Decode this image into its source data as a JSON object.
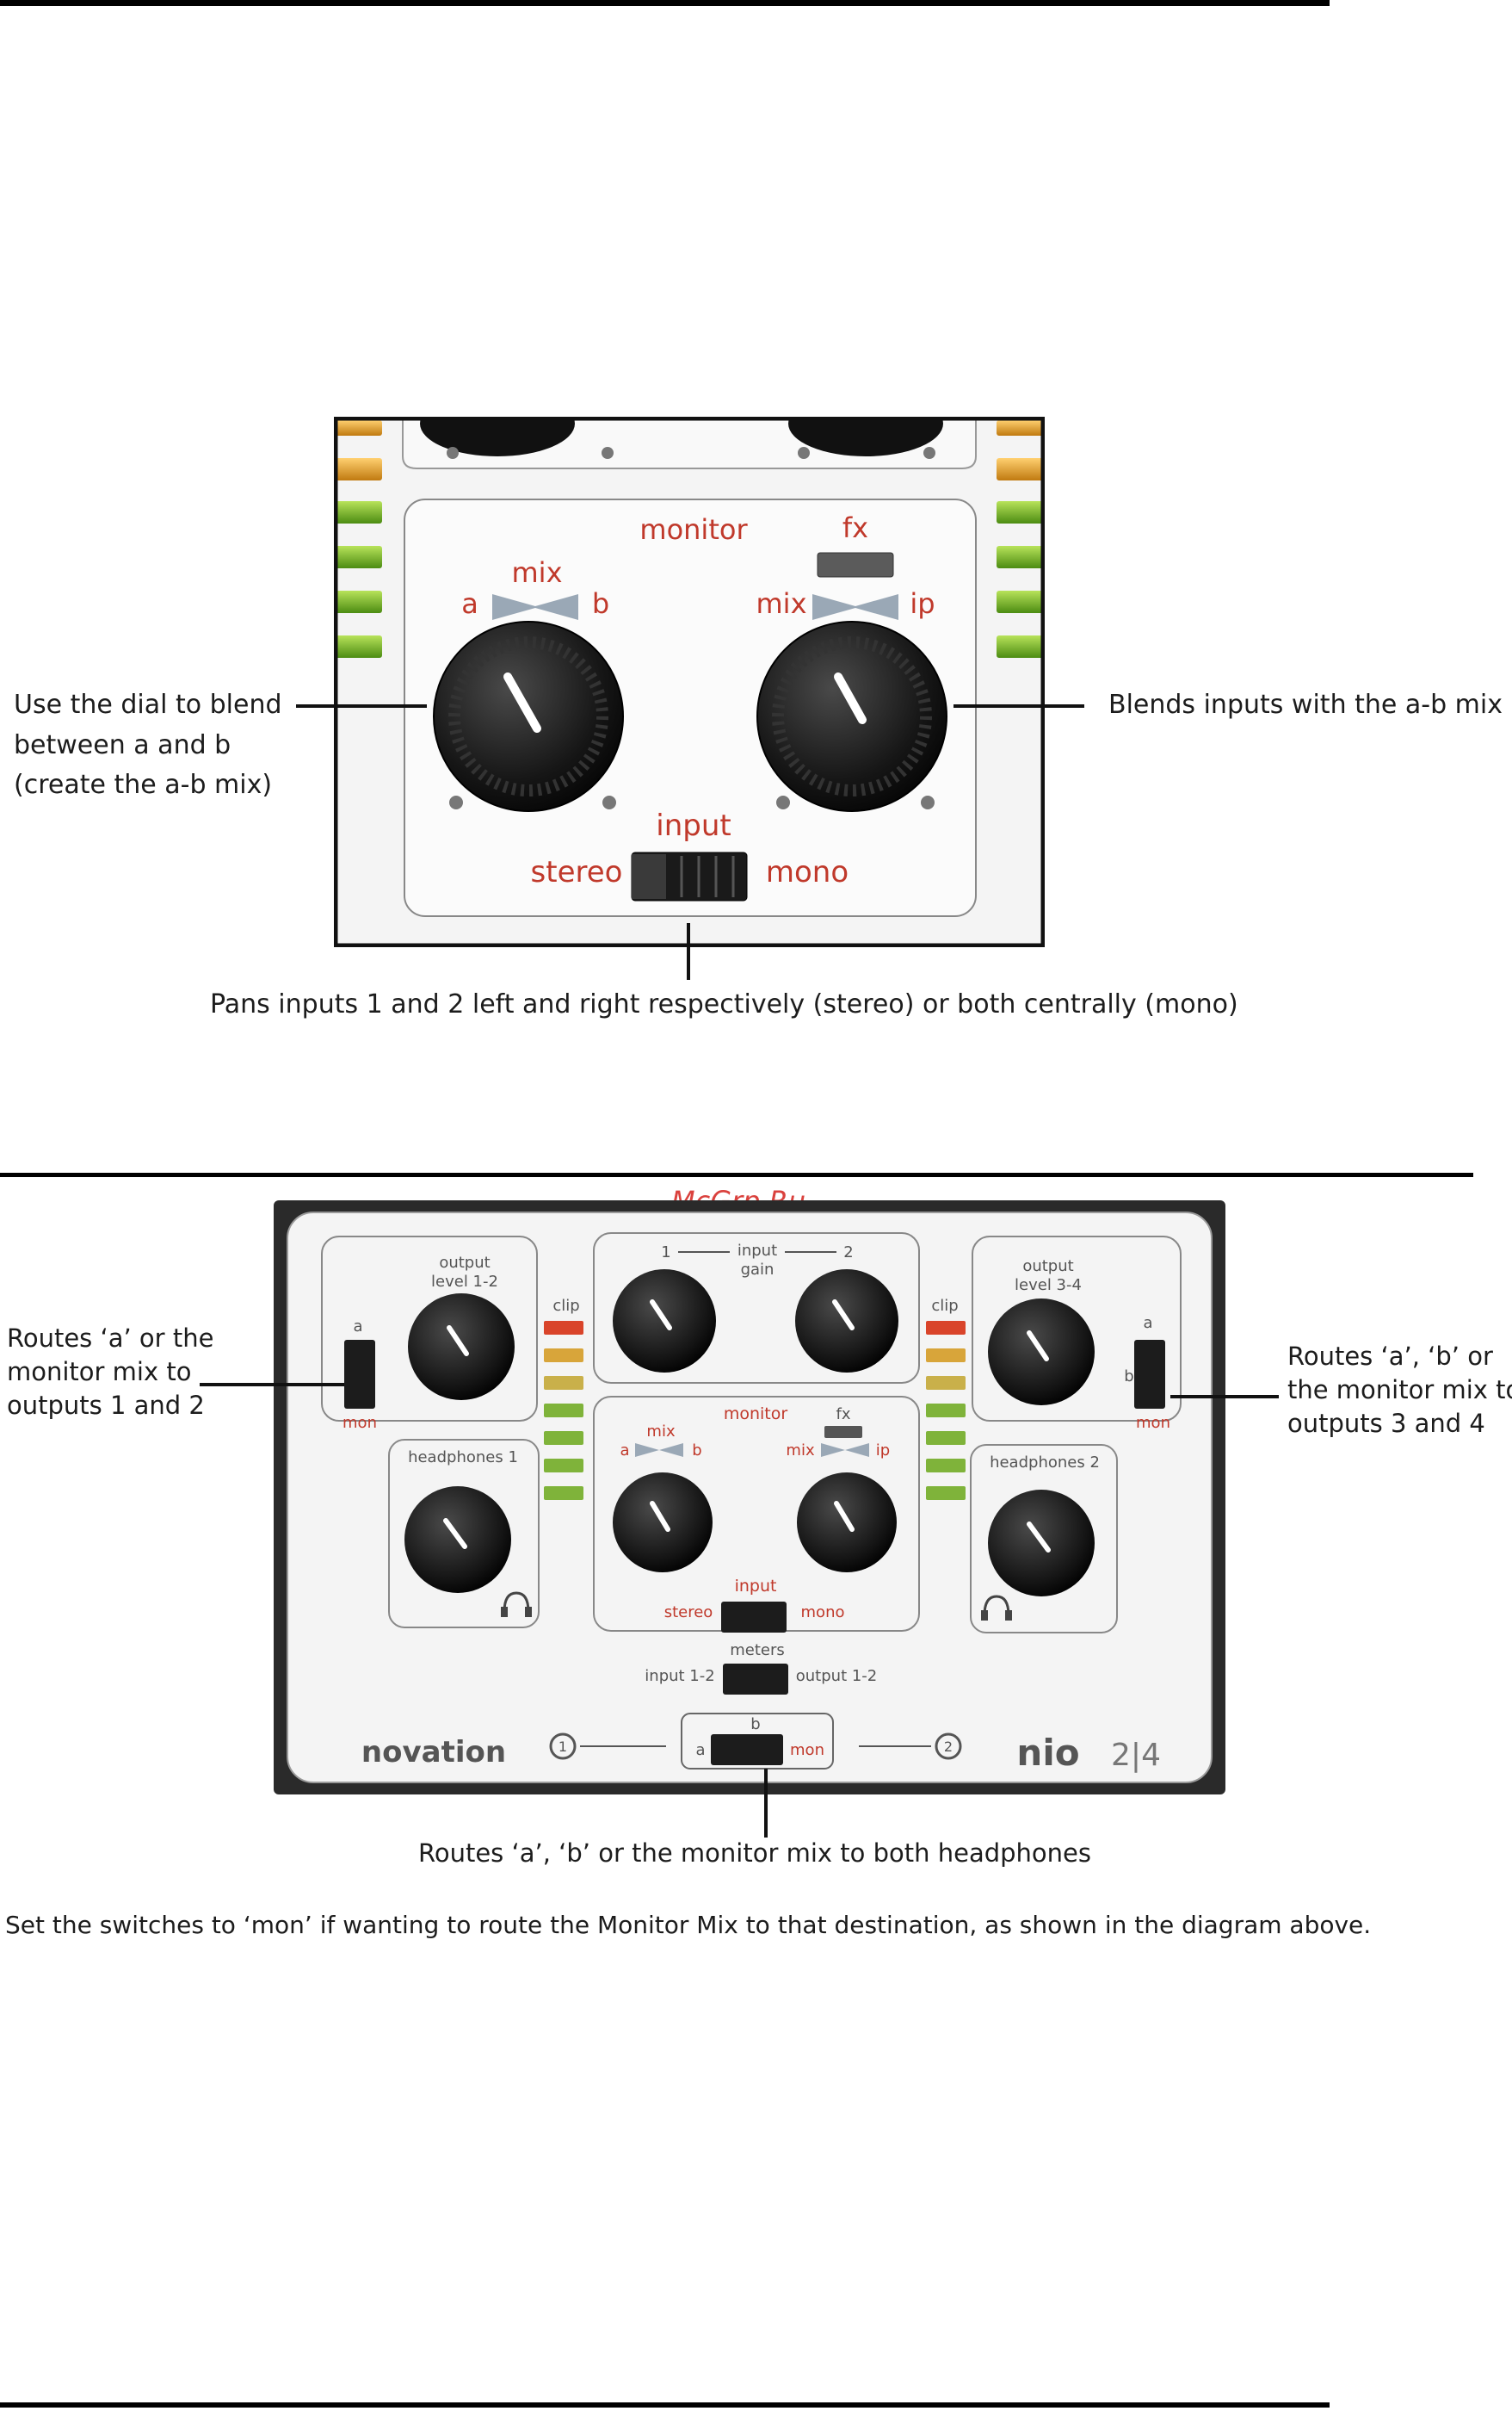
{
  "figure1": {
    "labels": {
      "monitor": "monitor",
      "fx": "fx",
      "mix": "mix",
      "a": "a",
      "b": "b",
      "mix_right": "mix",
      "ip": "ip",
      "input": "input",
      "stereo": "stereo",
      "mono": "mono"
    },
    "annotations": {
      "left": [
        "Use the dial to blend",
        "between a and b",
        "(create the a-b mix)"
      ],
      "right": "Blends inputs with the a-b mix",
      "bottom": "Pans inputs 1 and 2 left and right respectively (stereo) or both centrally (mono)"
    }
  },
  "figure2": {
    "watermark": "McGrp.Ru",
    "labels": {
      "output_12": [
        "output",
        "level 1-2"
      ],
      "output_34": [
        "output",
        "level 3-4"
      ],
      "input_gain": [
        "input",
        "gain"
      ],
      "ch1": "1",
      "ch2": "2",
      "clip": "clip",
      "a": "a",
      "b": "b",
      "mon": "mon",
      "headphones1": "headphones 1",
      "headphones2": "headphones 2",
      "monitor": "monitor",
      "fx": "fx",
      "mix": "mix",
      "ip": "ip",
      "input": "input",
      "stereo": "stereo",
      "mono": "mono",
      "meters": "meters",
      "input_12": "input 1-2",
      "output_12_meter": "output 1-2",
      "brand": "novation",
      "model": "nio",
      "model_num": "2|4",
      "hp1_num": "1",
      "hp2_num": "2"
    },
    "annotations": {
      "left": [
        "Routes ‘a’ or the",
        "monitor mix to",
        "outputs 1 and 2"
      ],
      "right": [
        "Routes ‘a’, ‘b’ or",
        "the monitor mix to",
        "outputs 3 and 4"
      ],
      "bottom": "Routes ‘a’, ‘b’ or the monitor mix to both headphones"
    }
  },
  "caption": "Set the switches to ‘mon’ if wanting to route the Monitor Mix to that destination, as shown in the diagram above."
}
